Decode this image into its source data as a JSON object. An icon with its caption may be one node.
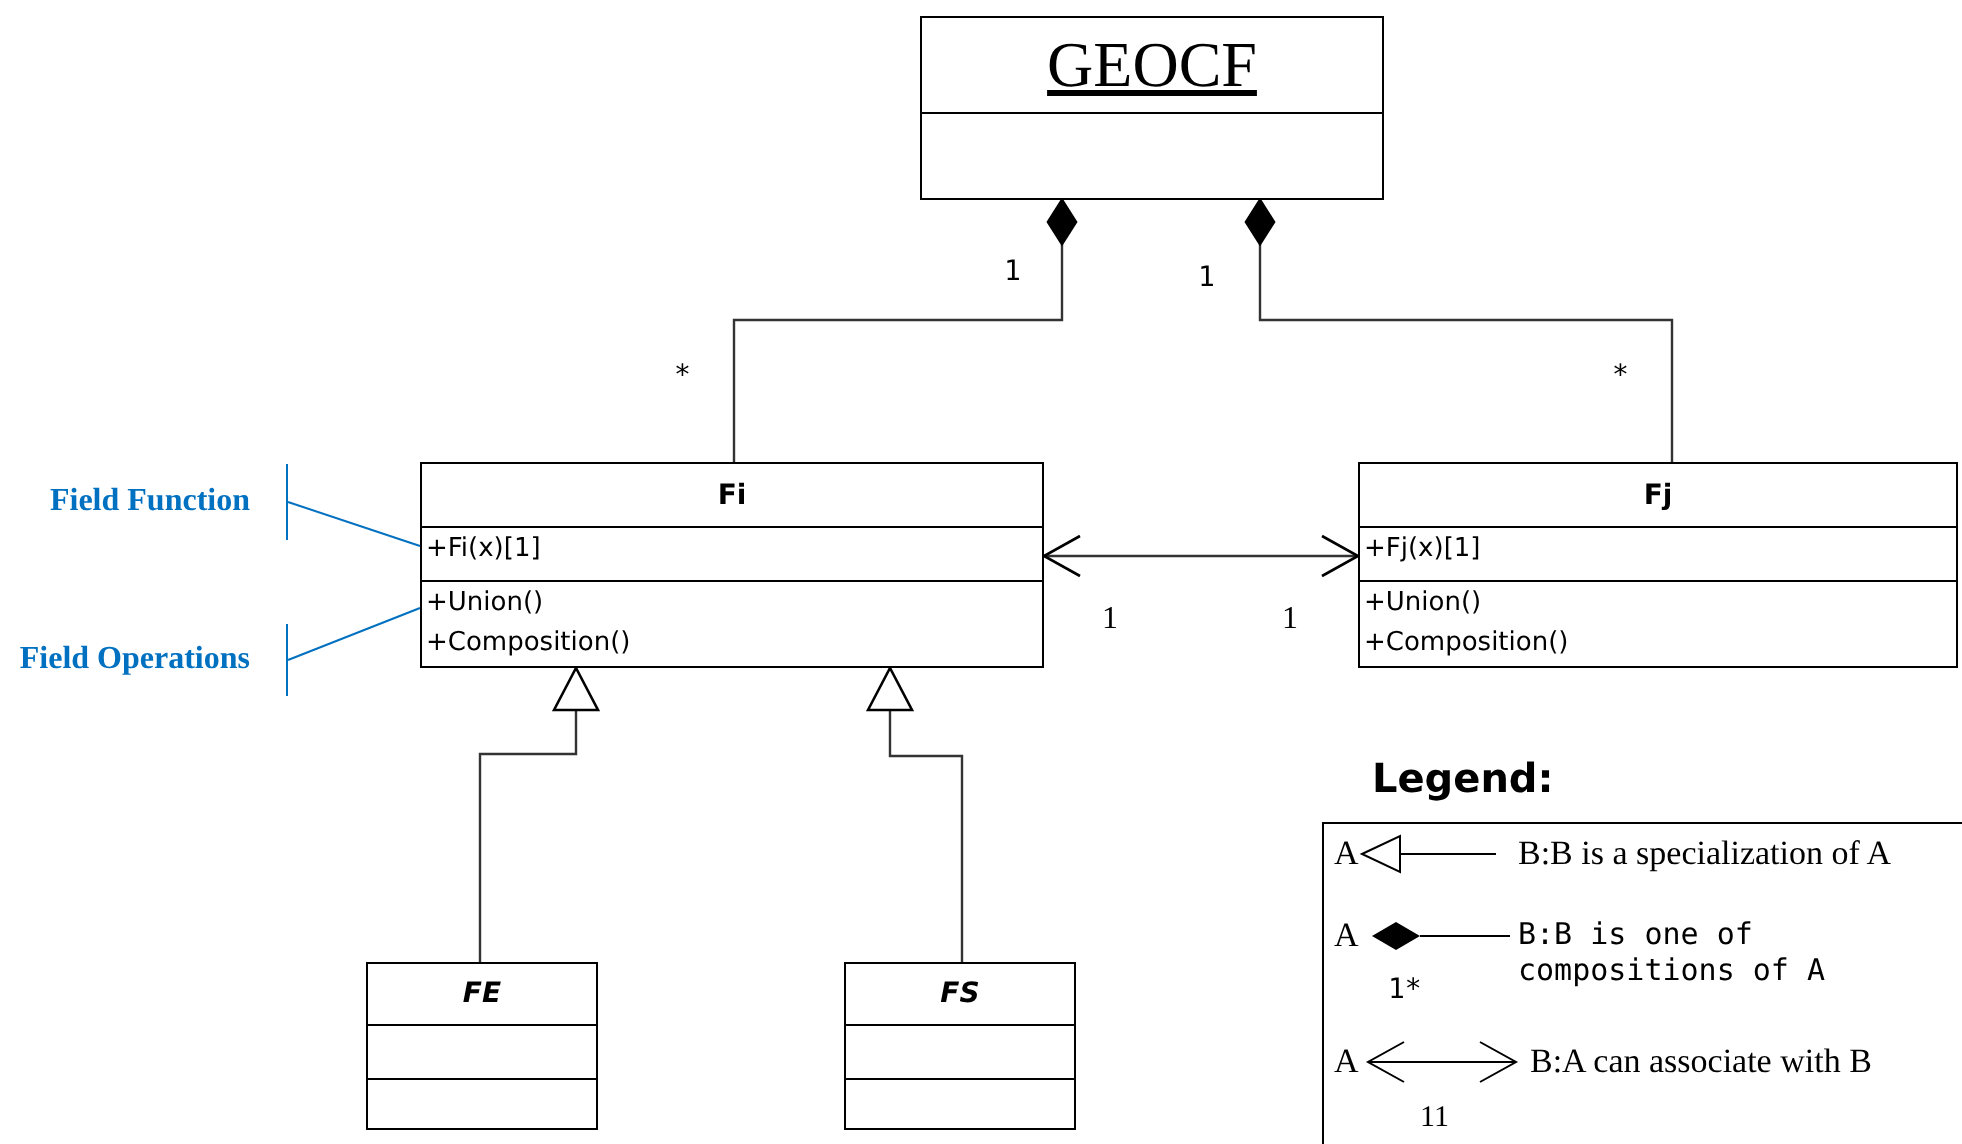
{
  "diagram": {
    "nodes": [
      {
        "text": [
          "GEOCF"
        ]
      },
      {
        "text": [
          "Fi",
          "+Fi(x)[1]",
          "+Union()",
          "+Composition()"
        ]
      },
      {
        "text": [
          "Fj",
          "+Fj(x)[1]",
          "+Union()",
          "+Composition()"
        ]
      },
      {
        "text": [
          "FE"
        ]
      },
      {
        "text": [
          "FS"
        ]
      },
      {
        "text": [
          "Field Function"
        ]
      },
      {
        "text": [
          "Field Operations"
        ]
      }
    ],
    "edges": [
      {
        "from": 1,
        "to": 0,
        "arrow": "other"
      },
      {
        "from": 2,
        "to": 0,
        "arrow": "other"
      },
      {
        "from": 1,
        "to": 2,
        "arrow": "both"
      },
      {
        "from": 3,
        "to": 1,
        "arrow": "to"
      },
      {
        "from": 4,
        "to": 1,
        "arrow": "to"
      },
      {
        "from": 5,
        "to": 1,
        "arrow": "none",
        "color": "#0070c0"
      },
      {
        "from": 6,
        "to": 1,
        "arrow": "none",
        "color": "#0070c0"
      }
    ],
    "labels": [
      "1",
      "1",
      "*",
      "*",
      "1",
      "1",
      "Legend:",
      "A",
      "A",
      "1*",
      "A",
      "11"
    ],
    "legend": [
      {
        "text": "B:B is a specialization of A"
      },
      {
        "text": "B:B is one of compositions of A"
      },
      {
        "text": "B:A can associate with B"
      }
    ]
  }
}
